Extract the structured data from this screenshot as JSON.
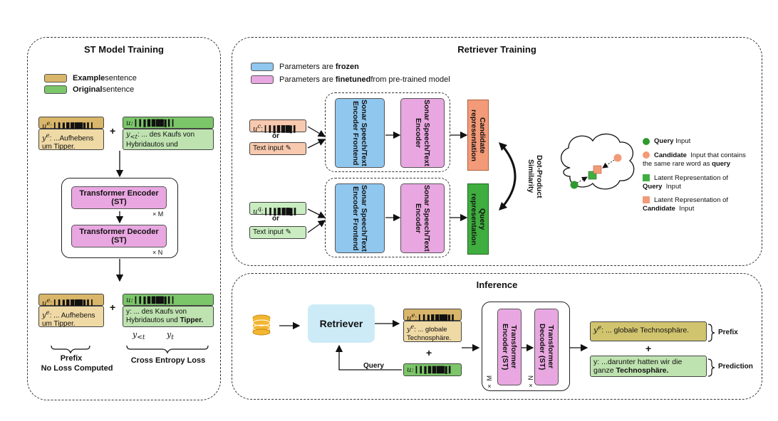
{
  "st_panel": {
    "title": "ST Model Training",
    "legend": [
      {
        "strong": "Example",
        "rest": " sentence",
        "color": "#d9b66a"
      },
      {
        "strong": "Original",
        "rest": " sentence",
        "color": "#7cc66a"
      }
    ],
    "top_example": {
      "ue": "u",
      "ue_sup": "e",
      "ye": "y",
      "ye_sup": "e",
      "ye_text": ": ...Aufhebens um Tipper."
    },
    "top_original": {
      "u": "u:",
      "y_text": ": ... des Kaufs von Hybridautos und"
    },
    "plus": "+",
    "encoder": "Transformer Encoder (ST)",
    "decoder": "Transformer Decoder (ST)",
    "times_m": "× M",
    "times_n": "× N",
    "bottom_example": {
      "ye_text": ": ... Aufhebens um Tipper."
    },
    "bottom_original": {
      "y_text_a": "y: ... des Kaufs von Hybridautos und ",
      "y_text_b": "Tipper."
    },
    "y_lt_t": "y",
    "y_lt_t_sub": "<t",
    "y_t": "y",
    "y_t_sub": "t",
    "prefix_label": "Prefix",
    "no_loss": "No Loss Computed",
    "cross_entropy": "Cross Entropy Loss"
  },
  "retriever_panel": {
    "title": "Retriever Training",
    "legend": [
      {
        "text": "Parameters are ",
        "strong": "frozen",
        "rest": "",
        "color": "#8fc7ef"
      },
      {
        "text": "Parameters are ",
        "strong": "finetuned",
        "rest": " from pre-trained model",
        "color": "#e9a7e1"
      }
    ],
    "or": "or",
    "text_input": "Text input",
    "frontend": "Sonar Speech/Text Encoder Frontend",
    "encoder": "Sonar Speech/Text Encoder",
    "candidate_rep": "Candidate representation",
    "query_rep": "Query representation",
    "similarity": "Dot-Product Similarity",
    "cloud_legend": [
      {
        "strong": "Query",
        "rest": " Input"
      },
      {
        "strong": "Candidate",
        "rest": " Input that contains the same rare word as ",
        "strong2": "query"
      },
      {
        "pre": "Latent Representation of ",
        "strong": "Query",
        "rest": " Input"
      },
      {
        "pre": "Latent Representation of ",
        "strong": "Candidate",
        "rest": " Input"
      }
    ]
  },
  "inference_panel": {
    "title": "Inference",
    "retriever": "Retriever",
    "query": "Query",
    "ue_label": "u",
    "ue_sup": "e",
    "ye_text": ": ... globale Technosphäre.",
    "u_label": "u:",
    "plus": "+",
    "encoder": "Transformer Encoder (ST)",
    "decoder": "Transformer Decoder (ST)",
    "times_m": "× M",
    "times_n": "× N",
    "out_prefix": ": ... globale Technosphäre.",
    "out_pred_a": "y: ...darunter hatten wir die ganze ",
    "out_pred_b": "Technosphäre.",
    "prefix": "Prefix",
    "prediction": "Prediction"
  },
  "colors": {
    "example": "#d9b66a",
    "original": "#7cc66a",
    "frozen": "#8fc7ef",
    "finetuned": "#e9a7e1",
    "candidate": "#f39a78",
    "query": "#2e9a2e"
  }
}
